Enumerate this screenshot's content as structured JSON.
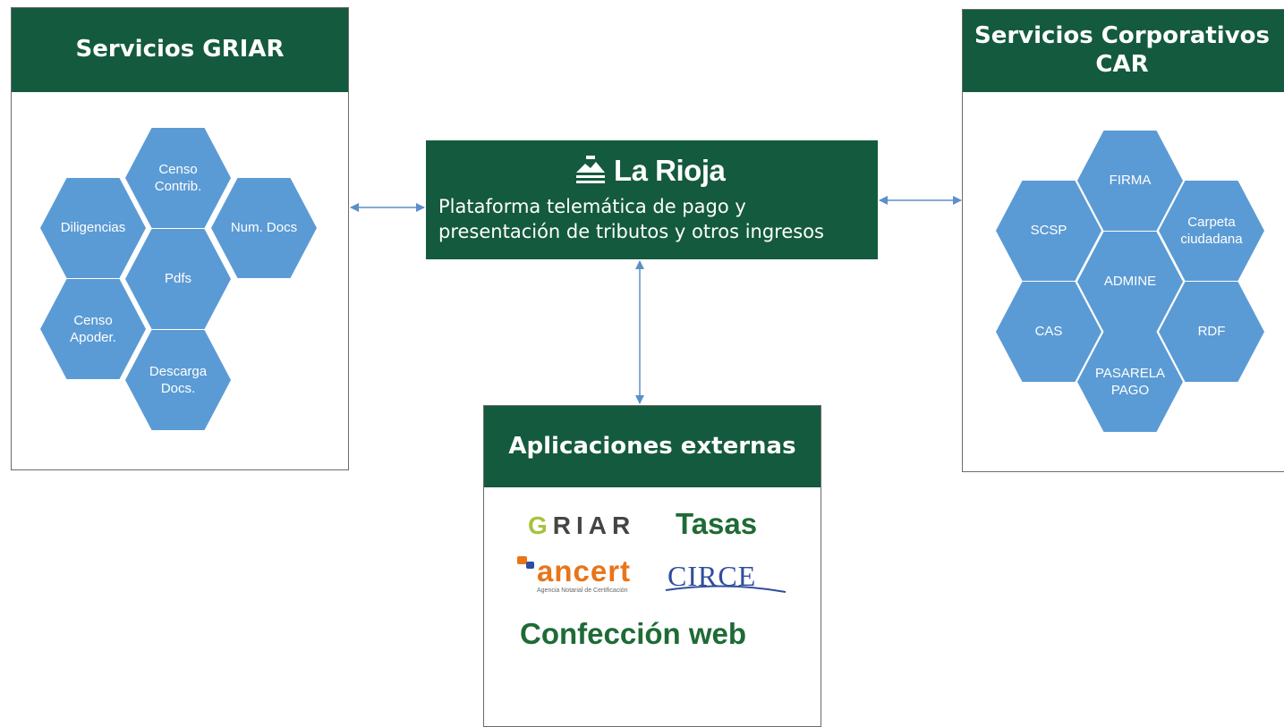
{
  "panels": {
    "griar": {
      "title": "Servicios GRIAR"
    },
    "car": {
      "title": "Servicios Corporativos\nCAR"
    },
    "external": {
      "title": "Aplicaciones externas"
    }
  },
  "griar_hexagons": [
    "Censo\nContrib.",
    "Diligencias",
    "Num. Docs",
    "Pdfs",
    "Censo\nApoder.",
    "Descarga\nDocs."
  ],
  "car_hexagons": [
    "FIRMA",
    "SCSP",
    "Carpeta\nciudadana",
    "ADMINE",
    "CAS",
    "RDF",
    "PASARELA\nPAGO"
  ],
  "platform": {
    "logo_text": "La Rioja",
    "description": "Plataforma telemática de pago y\npresentación de tributos y otros ingresos"
  },
  "external_apps": {
    "griar_logo": "GRIAR",
    "tasas": "Tasas",
    "ancert": "ancert",
    "ancert_sub": "Agencia Notarial de Certificación",
    "circe": "CIRCE",
    "confeccion": "Confección web"
  },
  "colors": {
    "header_green": "#145a3e",
    "hexagon_blue": "#5b9bd5",
    "arrow_blue": "#5b8fc9"
  }
}
